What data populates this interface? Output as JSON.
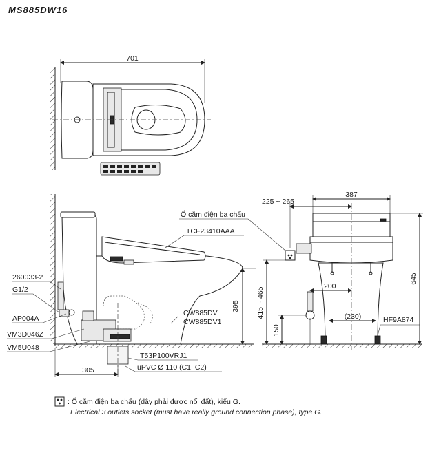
{
  "model_code": "MS885DW16",
  "top_view": {
    "width_dim": "701"
  },
  "side_view": {
    "labels": {
      "seat": "TCF23410AAA",
      "body_1": "CW885DV",
      "body_2": "CW885DV1",
      "part_1": "260033-2",
      "part_2": "G1/2",
      "part_3": "AP004A",
      "part_4": "VM3D046Z",
      "part_5": "VM5U048",
      "drain_part": "T53P100VRJ1",
      "pipe": "uPVC Ø 110 (C1, C2)"
    },
    "dims": {
      "height": "395",
      "rough_in": "305"
    }
  },
  "front_view": {
    "labels": {
      "socket": "Ổ cắm điện ba chấu",
      "valve": "HF9A874"
    },
    "dims": {
      "socket_offset": "225 ~ 265",
      "width": "387",
      "total_height": "645",
      "supply_height": "415 ~ 465",
      "supply_offset": "200",
      "base_height": "150",
      "base_width": "(230)"
    }
  },
  "legend": {
    "line_vi": ": Ổ cắm điện ba chấu (dây phải được nối đất), kiểu G.",
    "line_en": "Electrical 3 outlets socket (must have really ground connection phase), type G."
  }
}
